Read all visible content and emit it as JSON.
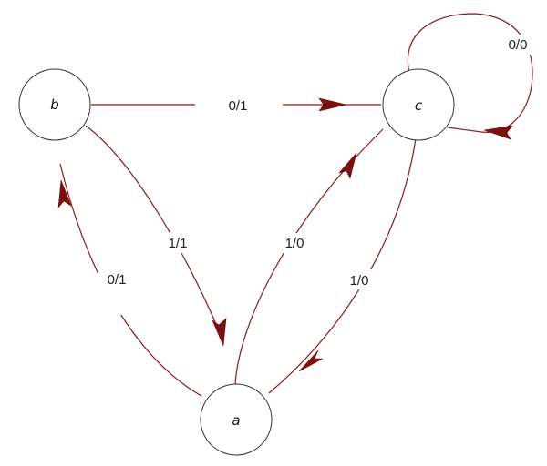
{
  "nodes": {
    "a": {
      "label": "a"
    },
    "b": {
      "label": "b"
    },
    "c": {
      "label": "c"
    }
  },
  "edges": {
    "b_to_c": {
      "label": "0/1"
    },
    "c_self": {
      "label": "0/0"
    },
    "b_to_a": {
      "label": "1/1"
    },
    "a_to_b": {
      "label": "0/1"
    },
    "a_to_c": {
      "label": "1/0"
    },
    "c_to_a": {
      "label": "1/0"
    }
  },
  "colors": {
    "edge": "#8b1a1a",
    "arrowhead": "#7a1010",
    "node_border": "#333333"
  }
}
